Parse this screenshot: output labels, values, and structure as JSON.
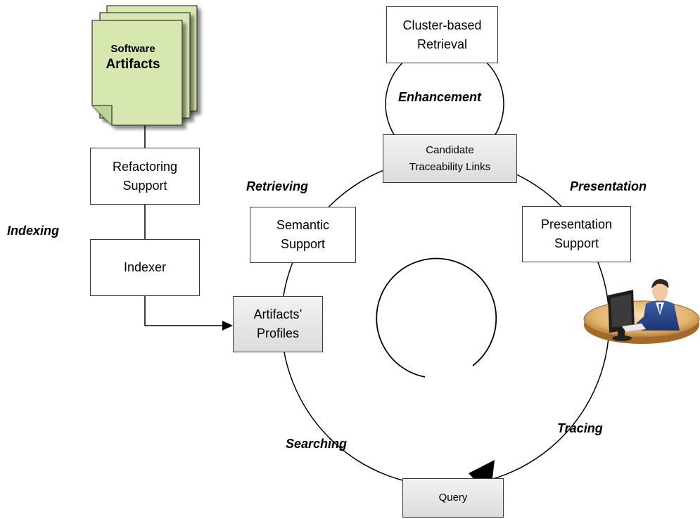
{
  "artifacts": {
    "line1": "Software",
    "line2": "Artifacts"
  },
  "boxes": {
    "refactoring": "Refactoring\nSupport",
    "indexer": "Indexer",
    "profiles": "Artifacts’\nProfiles",
    "semantic": "Semantic\nSupport",
    "cluster": "Cluster-based\nRetrieval",
    "candidate": "Candidate\nTraceability Links",
    "presentation": "Presentation\nSupport",
    "query": "Query"
  },
  "labels": {
    "indexing": "Indexing",
    "retrieving": "Retrieving",
    "enhancement": "Enhancement",
    "presentation": "Presentation",
    "tracing": "Tracing",
    "searching": "Searching"
  },
  "colors": {
    "document_fill": "#d6e8b0",
    "document_border": "#3c3c3c",
    "box_gray_top": "#f2f2f2",
    "box_gray_bottom": "#dcdcdc",
    "line": "#000000"
  },
  "icons": {
    "user": "user-at-desk-icon"
  }
}
